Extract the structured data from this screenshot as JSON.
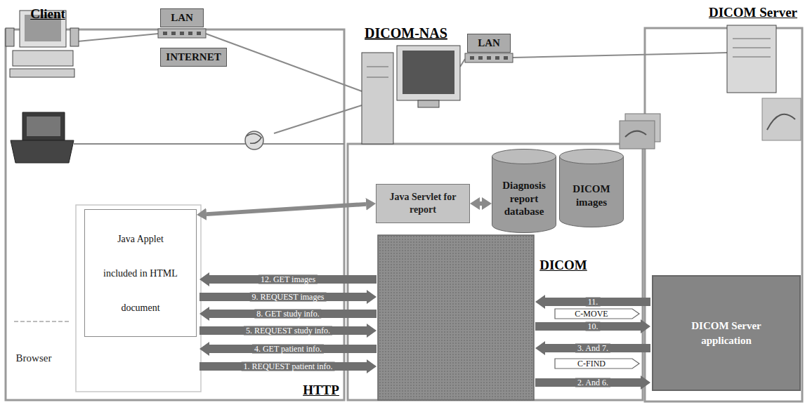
{
  "diagram": {
    "nodes": [
      {
        "text": [
          "LAN"
        ]
      },
      {
        "text": [
          "INTERNET"
        ]
      },
      {
        "text": [
          "LAN"
        ]
      },
      {
        "text": [
          "Java Applet included in HTML document"
        ]
      },
      {
        "text": [
          "Java Servlet for report"
        ]
      },
      {
        "text": [
          "Diagnosis report database"
        ]
      },
      {
        "text": [
          "DICOM images"
        ]
      },
      {
        "text": [
          "DICOM Server application"
        ]
      }
    ],
    "edges": [
      {
        "from": 4,
        "to": 3,
        "arrow": "both"
      },
      {
        "from": 4,
        "to": 5,
        "arrow": "both"
      }
    ],
    "labels": [
      "Client",
      "DICOM-NAS",
      "DICOM Server",
      "Browser",
      "HTTP",
      "DICOM",
      "12. GET images",
      "9. REQUEST images",
      "8. GET study info.",
      "5. REQUEST study info.",
      "4. GET patient info.",
      "1. REQUEST patient info.",
      "11.",
      "C-MOVE",
      "10.",
      "3. And 7.",
      "C-FIND",
      "2. And 6."
    ]
  }
}
